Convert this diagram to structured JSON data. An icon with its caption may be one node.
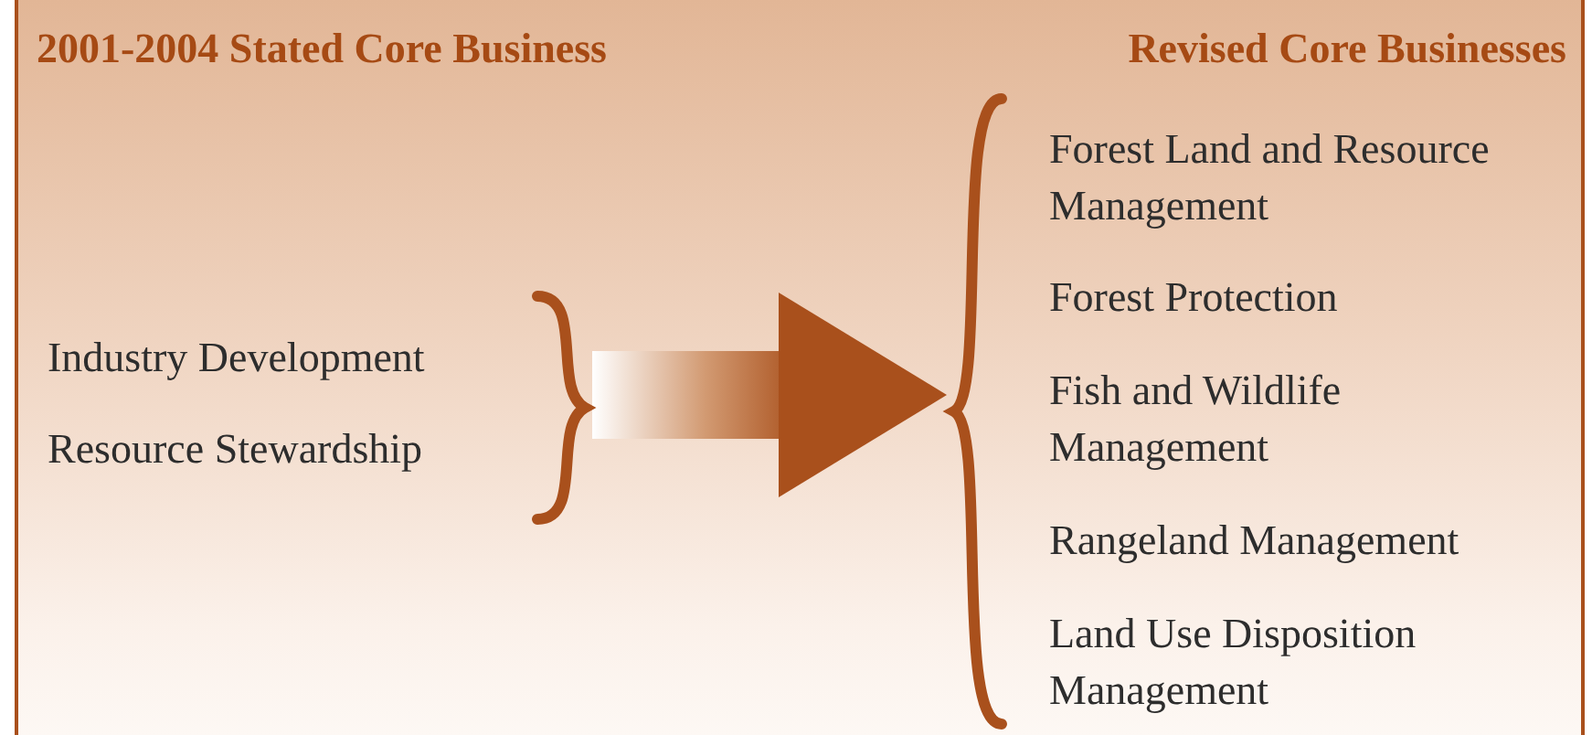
{
  "diagram": {
    "nodes": [
      {
        "text": [
          "Industry Development",
          "Resource Stewardship"
        ]
      },
      {
        "text": [
          "Forest Land and Resource Management",
          "Forest Protection",
          "Fish and Wildlife Management",
          "Rangeland Management",
          "Land Use Disposition Management"
        ]
      }
    ],
    "edges": [
      {
        "from": 0,
        "to": 1,
        "arrow": "to"
      }
    ],
    "labels": [
      "2001-2004 Stated Core Business",
      "Revised Core Businesses"
    ]
  }
}
